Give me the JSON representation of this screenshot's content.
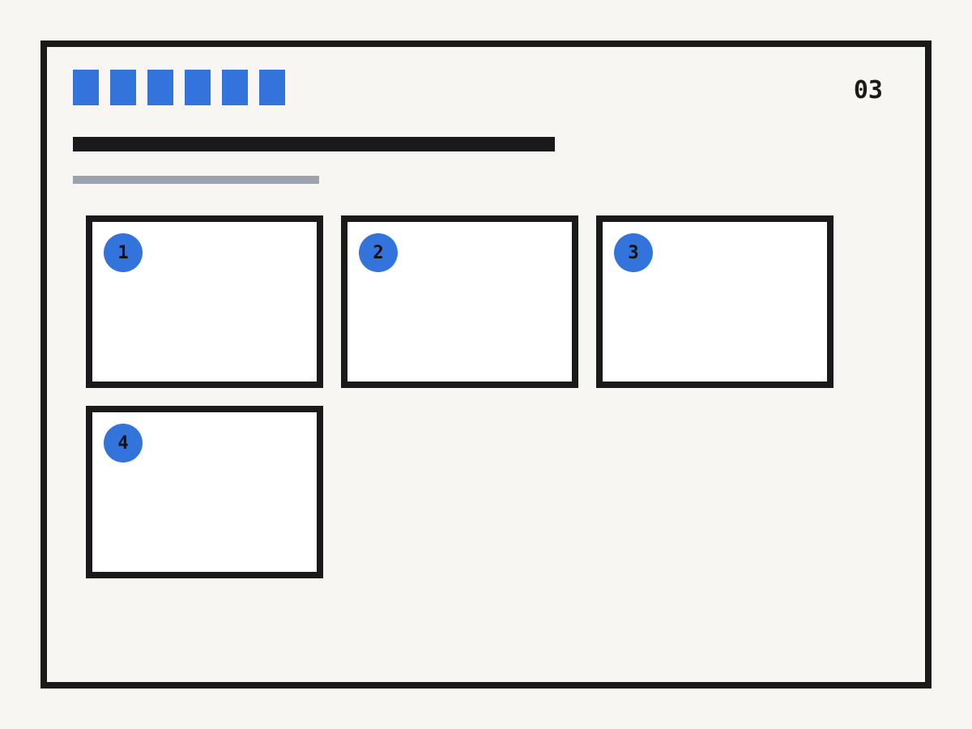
{
  "colors": {
    "background": "#f7f6f3",
    "frame": "#1a1a1a",
    "accent": "#3274dc",
    "title_bar": "#1a1a1a",
    "subtitle_bar": "#9ca3ad",
    "card_fill": "#ffffff"
  },
  "header": {
    "tab_count": 6,
    "page_number": "03"
  },
  "cards": [
    {
      "badge": "1"
    },
    {
      "badge": "2"
    },
    {
      "badge": "3"
    },
    {
      "badge": "4"
    }
  ]
}
